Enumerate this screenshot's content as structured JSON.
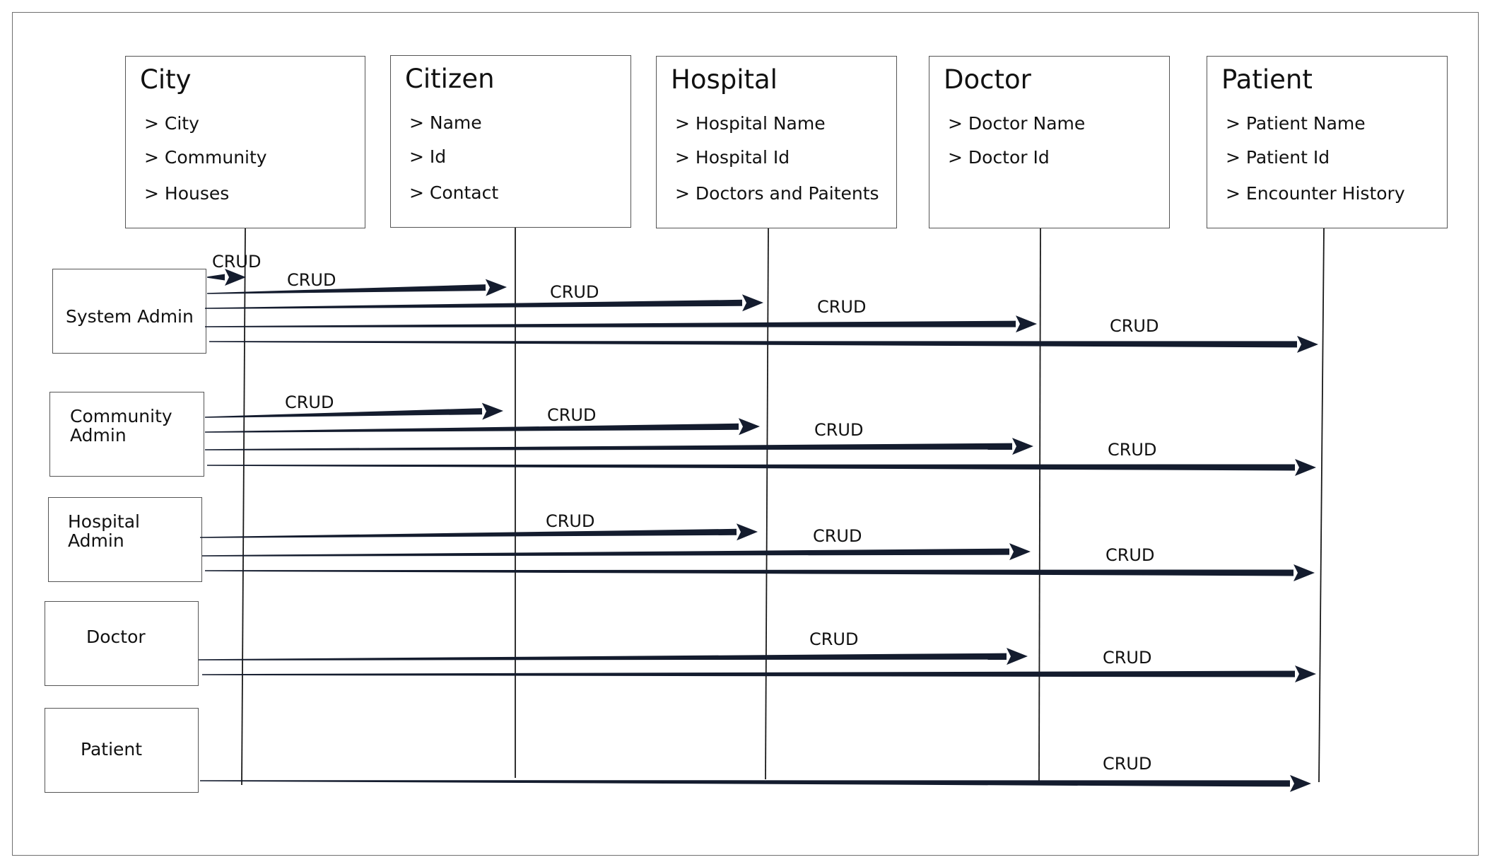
{
  "entities": [
    {
      "title": "City",
      "attributes": [
        "> City",
        "> Community",
        "> Houses"
      ]
    },
    {
      "title": "Citizen",
      "attributes": [
        "> Name",
        "> Id",
        "> Contact"
      ]
    },
    {
      "title": "Hospital",
      "attributes": [
        "> Hospital Name",
        "> Hospital Id",
        ">  Doctors and Paitents"
      ]
    },
    {
      "title": "Doctor",
      "attributes": [
        "> Doctor Name",
        "> Doctor Id"
      ]
    },
    {
      "title": "Patient",
      "attributes": [
        "> Patient Name",
        "> Patient Id",
        "> Encounter History"
      ]
    }
  ],
  "actors": [
    {
      "label_lines": [
        "System Admin"
      ]
    },
    {
      "label_lines": [
        "Community",
        "Admin"
      ]
    },
    {
      "label_lines": [
        "Hospital",
        "Admin"
      ]
    },
    {
      "label_lines": [
        "Doctor"
      ]
    },
    {
      "label_lines": [
        "Patient"
      ]
    }
  ],
  "messages": [
    {
      "from": "System Admin",
      "to": "City",
      "label": "CRUD"
    },
    {
      "from": "System Admin",
      "to": "Citizen",
      "label": "CRUD"
    },
    {
      "from": "System Admin",
      "to": "Hospital",
      "label": "CRUD"
    },
    {
      "from": "System Admin",
      "to": "Doctor",
      "label": "CRUD"
    },
    {
      "from": "System Admin",
      "to": "Patient",
      "label": "CRUD"
    },
    {
      "from": "Community Admin",
      "to": "Citizen",
      "label": "CRUD"
    },
    {
      "from": "Community Admin",
      "to": "Hospital",
      "label": "CRUD"
    },
    {
      "from": "Community Admin",
      "to": "Doctor",
      "label": "CRUD"
    },
    {
      "from": "Community Admin",
      "to": "Patient",
      "label": "CRUD"
    },
    {
      "from": "Hospital Admin",
      "to": "Hospital",
      "label": "CRUD"
    },
    {
      "from": "Hospital Admin",
      "to": "Doctor",
      "label": "CRUD"
    },
    {
      "from": "Hospital Admin",
      "to": "Patient",
      "label": "CRUD"
    },
    {
      "from": "Doctor",
      "to": "Doctor",
      "label": "CRUD"
    },
    {
      "from": "Doctor",
      "to": "Patient",
      "label": "CRUD"
    },
    {
      "from": "Patient",
      "to": "Patient",
      "label": "CRUD"
    }
  ],
  "colors": {
    "arrow": "#141c2e",
    "border": "#555555",
    "text": "#111111"
  }
}
